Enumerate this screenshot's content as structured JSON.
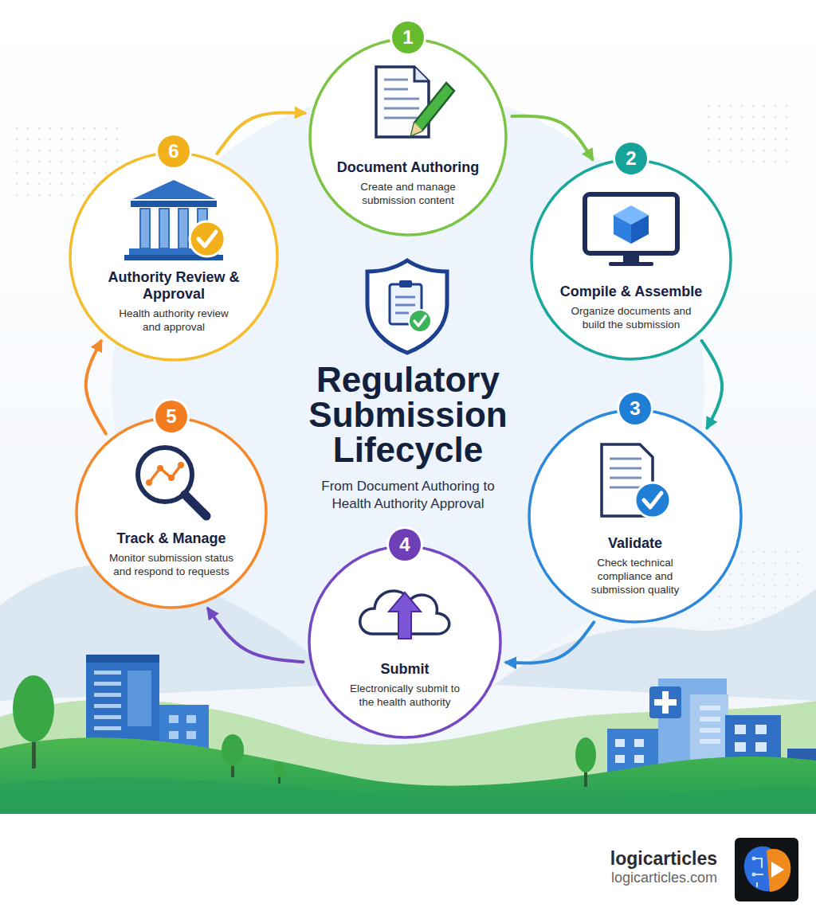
{
  "diagram": {
    "title": "Regulatory Submission Lifecycle",
    "nodes": [
      {
        "text": [
          "1",
          "Document Authoring",
          "Create and manage submission content"
        ]
      },
      {
        "text": [
          "2",
          "Compile & Assemble",
          "Organize documents and build the submission"
        ]
      },
      {
        "text": [
          "3",
          "Validate",
          "Check technical compliance and submission quality"
        ]
      },
      {
        "text": [
          "4",
          "Submit",
          "Electronically submit to the health authority"
        ]
      },
      {
        "text": [
          "5",
          "Track & Manage",
          "Monitor submission status and respond to requests"
        ]
      },
      {
        "text": [
          "6",
          "Authority Review & Approval",
          "Health authority review and approval"
        ]
      }
    ],
    "edges": [
      {
        "from": 0,
        "to": 1,
        "arrow": "to"
      },
      {
        "from": 1,
        "to": 2,
        "arrow": "to"
      },
      {
        "from": 2,
        "to": 3,
        "arrow": "to"
      },
      {
        "from": 3,
        "to": 4,
        "arrow": "to"
      },
      {
        "from": 4,
        "to": 5,
        "arrow": "to"
      },
      {
        "from": 5,
        "to": 0,
        "arrow": "to"
      }
    ],
    "labels": [
      "From Document Authoring to Health Authority Approval",
      "logicarticles",
      "logicarticles.com"
    ]
  }
}
